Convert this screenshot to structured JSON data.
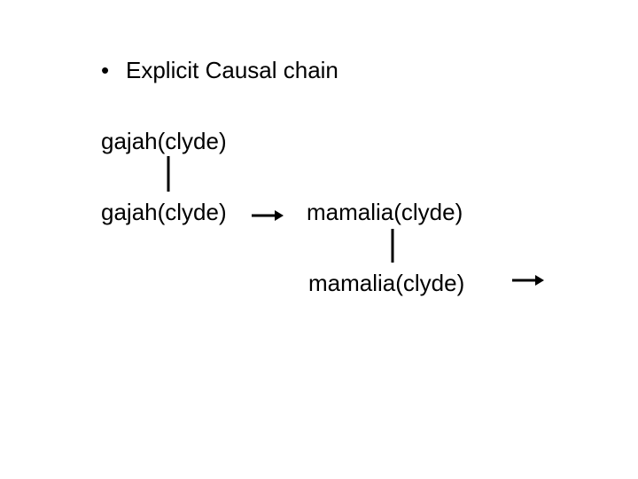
{
  "slide": {
    "bullet": {
      "symbol": "•",
      "text": "Explicit Causal chain"
    },
    "terms": {
      "gajah_top": "gajah(clyde)",
      "gajah_bottom": "gajah(clyde)",
      "mamalia_top": "mamalia(clyde)",
      "mamalia_bottom": "mamalia(clyde)"
    }
  },
  "colors": {
    "text": "#000000",
    "background": "#ffffff"
  }
}
